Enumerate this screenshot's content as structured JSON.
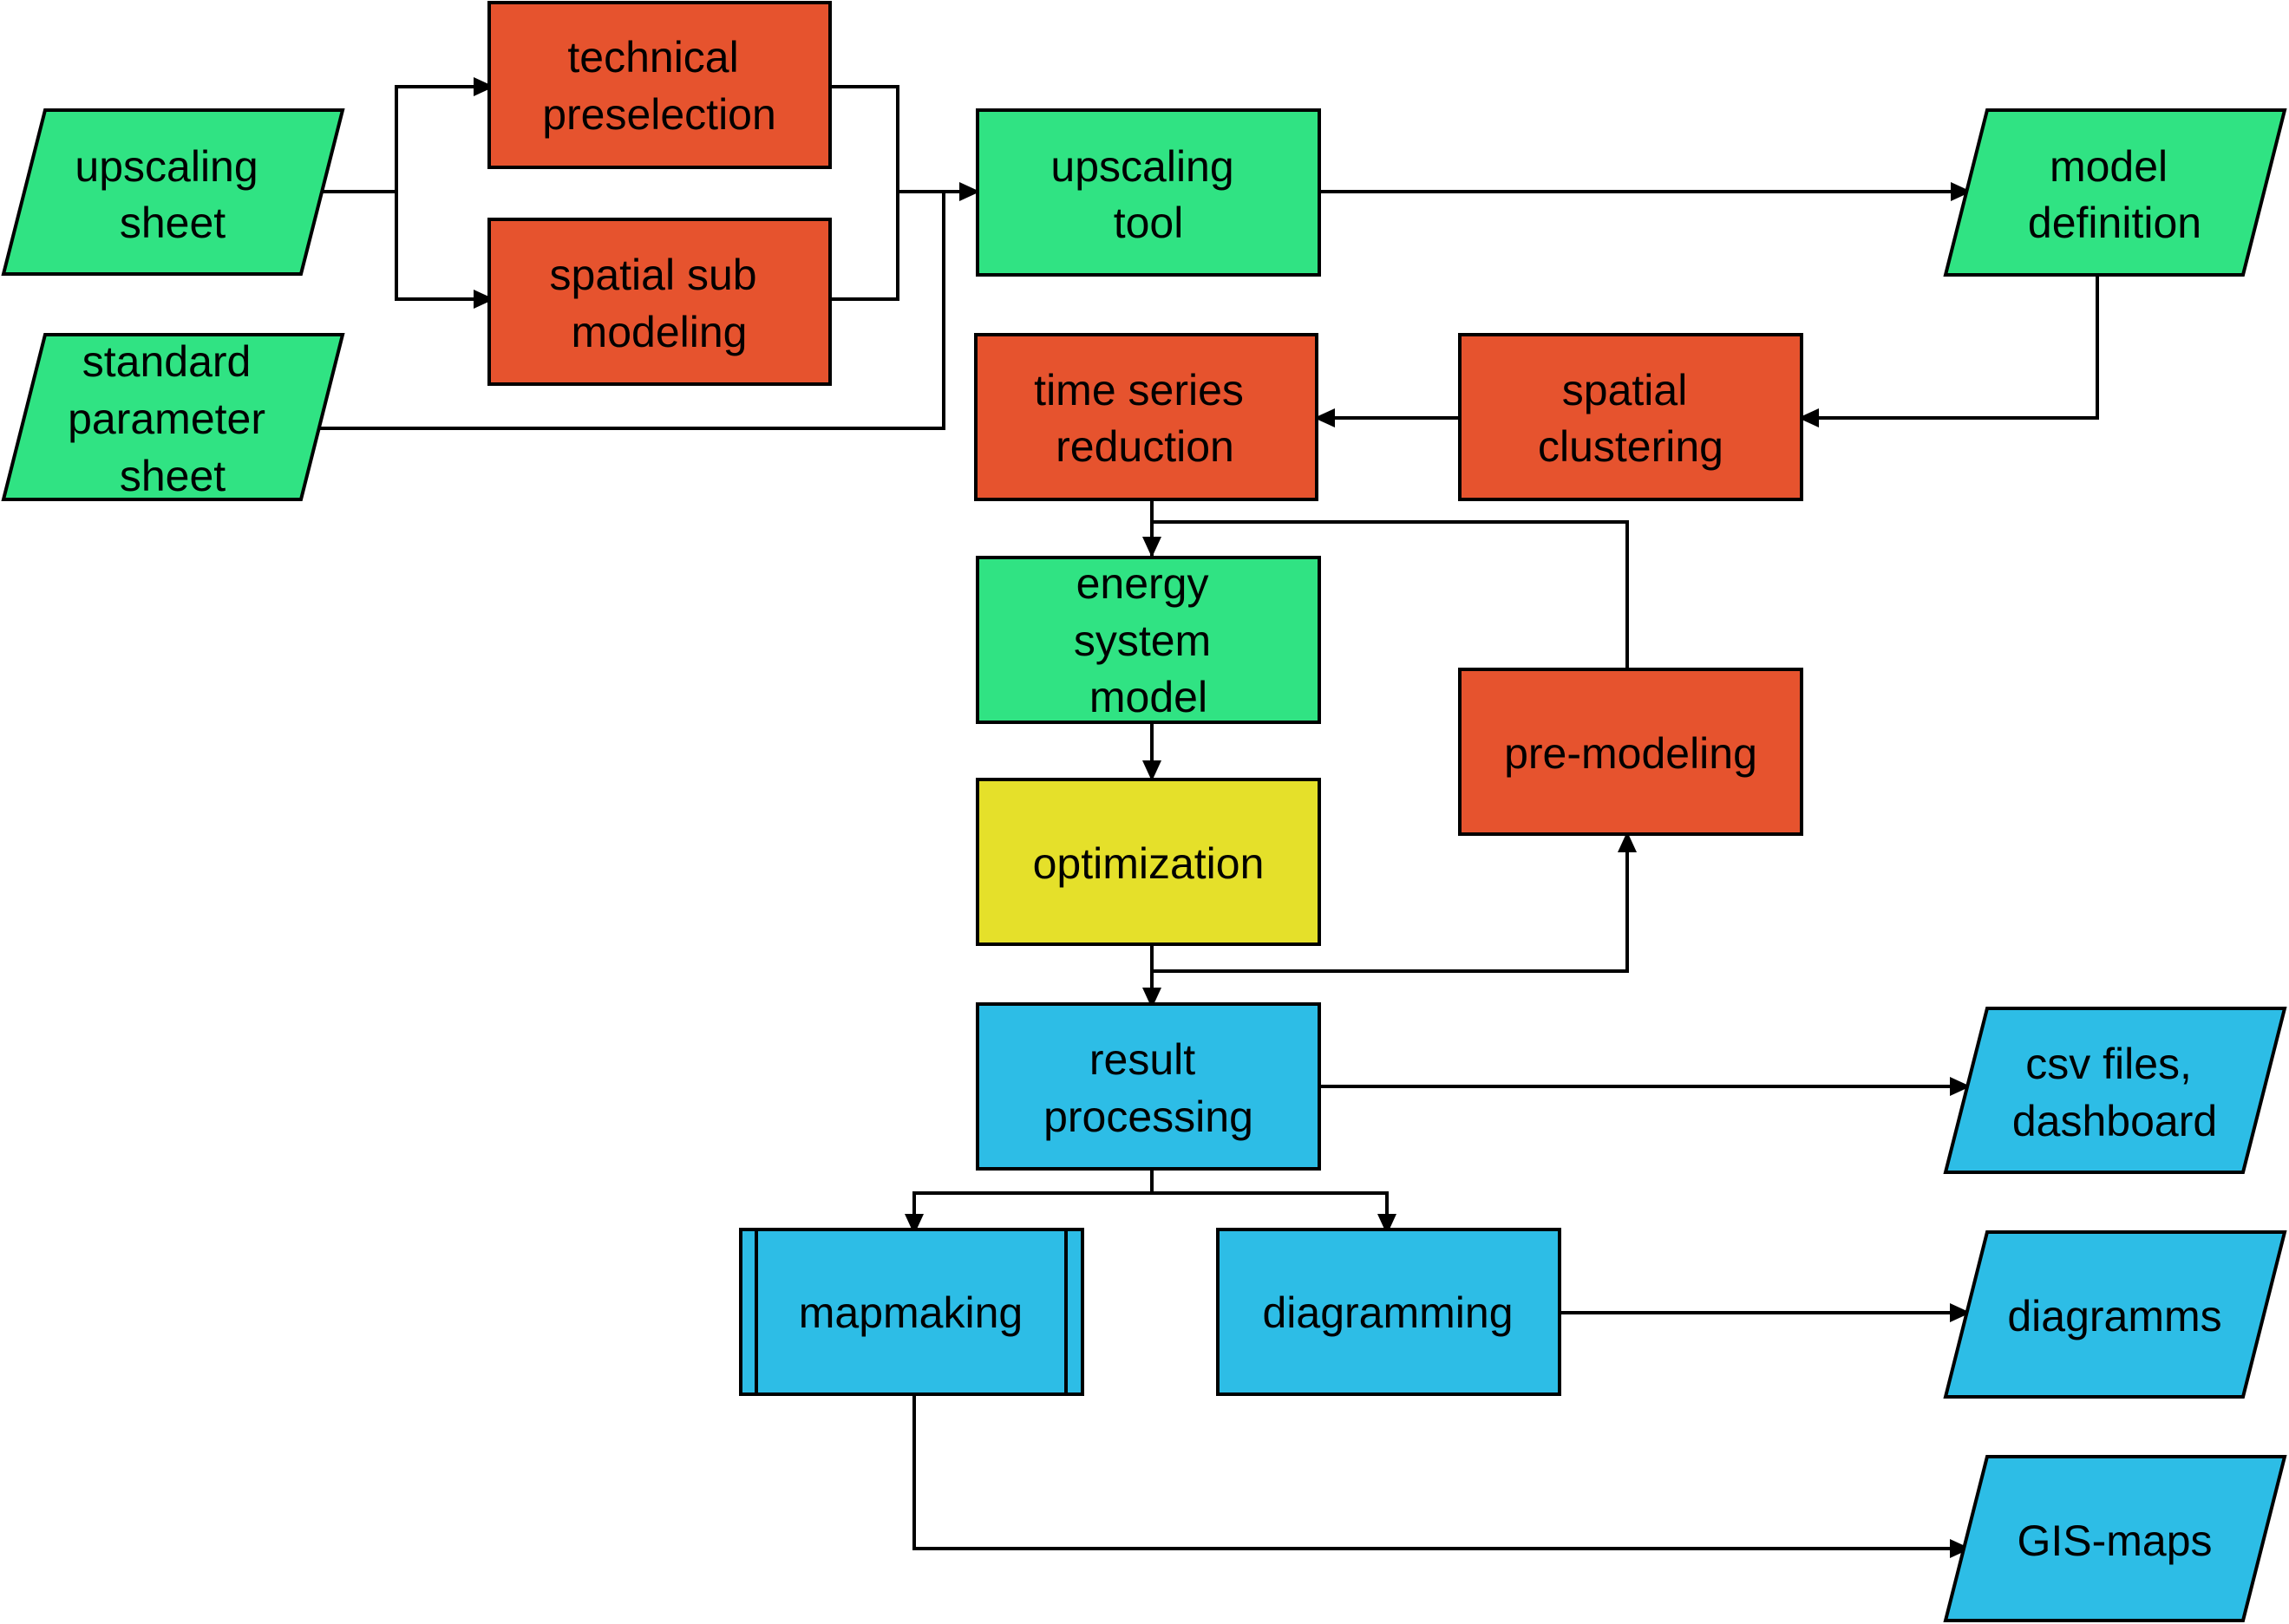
{
  "colors": {
    "input_output": "#30e383",
    "process": "#e6532e",
    "solver": "#e5e02a",
    "results": "#2dbde6",
    "line": "#000000"
  },
  "nodes": {
    "upscaling_sheet": {
      "lines": [
        "upscaling",
        "sheet"
      ]
    },
    "standard_parameter_sheet": {
      "lines": [
        "standard",
        "parameter",
        "sheet"
      ]
    },
    "technical_preselection": {
      "lines": [
        "technical",
        "preselection"
      ]
    },
    "spatial_sub_modeling": {
      "lines": [
        "spatial sub",
        "modeling"
      ]
    },
    "upscaling_tool": {
      "lines": [
        "upscaling",
        "tool"
      ]
    },
    "model_definition": {
      "lines": [
        "model",
        "definition"
      ]
    },
    "time_series_reduction": {
      "lines": [
        "time series",
        "reduction"
      ]
    },
    "spatial_clustering": {
      "lines": [
        "spatial",
        "clustering"
      ]
    },
    "energy_system_model": {
      "lines": [
        "energy",
        "system",
        "model"
      ]
    },
    "pre_modeling": {
      "lines": [
        "pre-modeling"
      ]
    },
    "optimization": {
      "lines": [
        "optimization"
      ]
    },
    "result_processing": {
      "lines": [
        "result",
        "processing"
      ]
    },
    "csv_files_dashboard": {
      "lines": [
        "csv files,",
        "dashboard"
      ]
    },
    "mapmaking": {
      "lines": [
        "mapmaking"
      ]
    },
    "diagramming": {
      "lines": [
        "diagramming"
      ]
    },
    "diagramms": {
      "lines": [
        "diagramms"
      ]
    },
    "gis_maps": {
      "lines": [
        "GIS-maps"
      ]
    }
  }
}
